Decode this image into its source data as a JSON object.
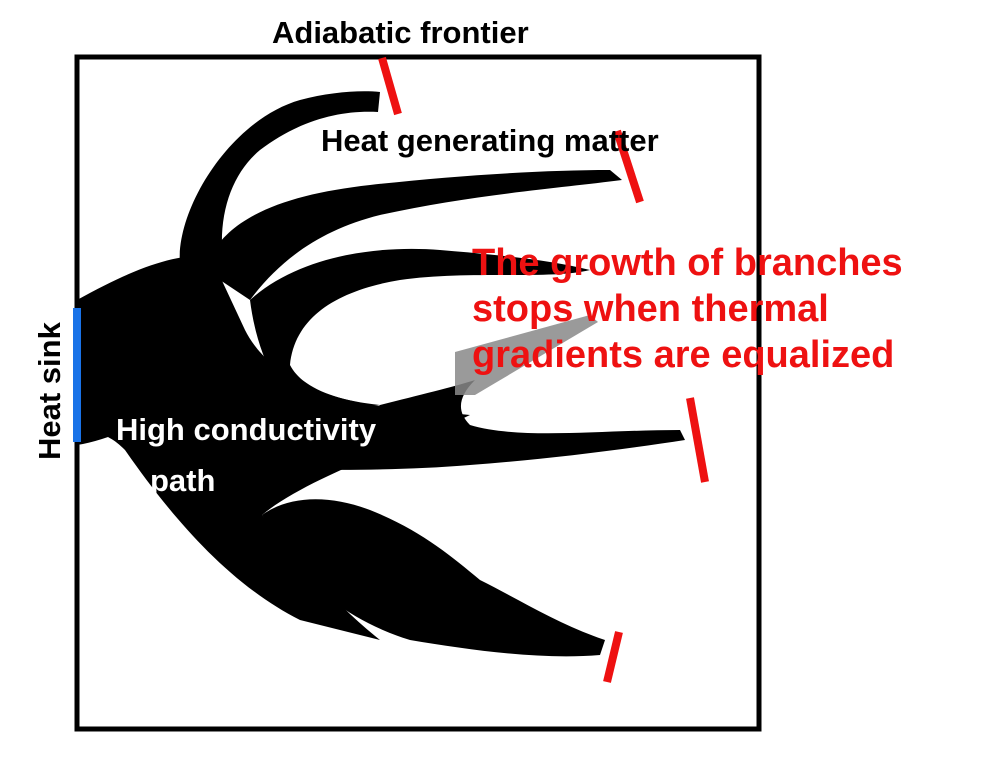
{
  "labels": {
    "frontier": "Adiabatic frontier",
    "matter": "Heat generating matter",
    "sink": "Heat sink",
    "path_line1": "High conductivity",
    "path_line2": "path"
  },
  "annotation": {
    "lines": [
      "The growth of branches",
      "stops when thermal",
      "gradients are equalized"
    ]
  },
  "colors": {
    "tree": "#000000",
    "frontier_border": "#000000",
    "sink": "#1a73e8",
    "tip_marker": "#ee1111",
    "annotation": "#ee1111",
    "overlay": "#888888"
  }
}
